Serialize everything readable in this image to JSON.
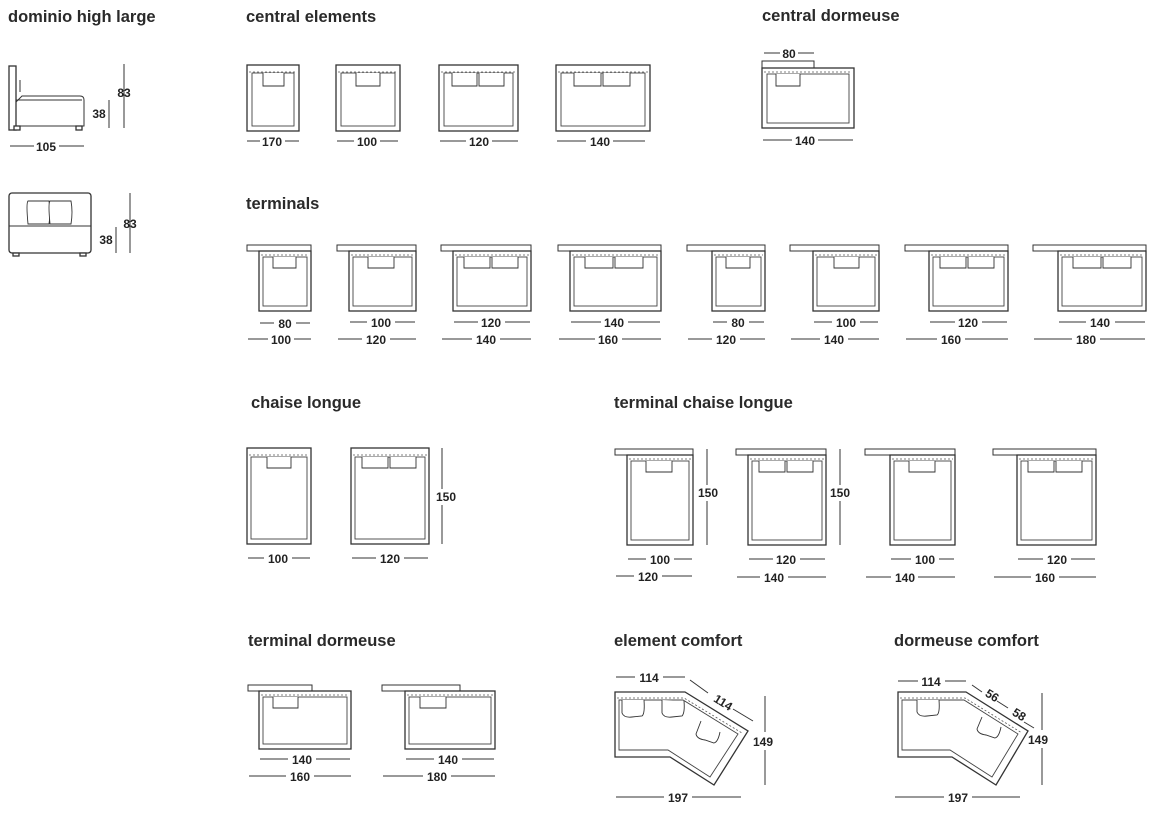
{
  "sections": {
    "dominio": "dominio high large",
    "central_elements": "central elements",
    "central_dormeuse": "central dormeuse",
    "terminals": "terminals",
    "chaise_longue": "chaise longue",
    "terminal_chaise_longue": "terminal chaise longue",
    "terminal_dormeuse": "terminal dormeuse",
    "element_comfort": "element comfort",
    "dormeuse_comfort": "dormeuse comfort"
  },
  "dims": {
    "side_width": "105",
    "side_seat": "38",
    "side_height": "83",
    "front_seat": "38",
    "front_height": "83",
    "central": [
      "170",
      "100",
      "120",
      "140"
    ],
    "central_dormeuse_back": "80",
    "central_dormeuse_width": "140",
    "terminals_inner": [
      "80",
      "100",
      "120",
      "140",
      "80",
      "100",
      "120",
      "140"
    ],
    "terminals_outer": [
      "100",
      "120",
      "140",
      "160",
      "120",
      "140",
      "160",
      "180"
    ],
    "chaise_widths": [
      "100",
      "120"
    ],
    "chaise_depth": "150",
    "tcl_inner": [
      "100",
      "120",
      "100",
      "120"
    ],
    "tcl_outer": [
      "120",
      "140",
      "140",
      "160"
    ],
    "tcl_depth": [
      "150",
      "150"
    ],
    "td_inner": [
      "140",
      "140"
    ],
    "td_outer": [
      "160",
      "180"
    ],
    "ec_top": "114",
    "ec_diag": "114",
    "ec_depth": "149",
    "ec_width": "197",
    "dc_top": "114",
    "dc_diag_a": "56",
    "dc_diag_b": "58",
    "dc_depth": "149",
    "dc_width": "197"
  }
}
